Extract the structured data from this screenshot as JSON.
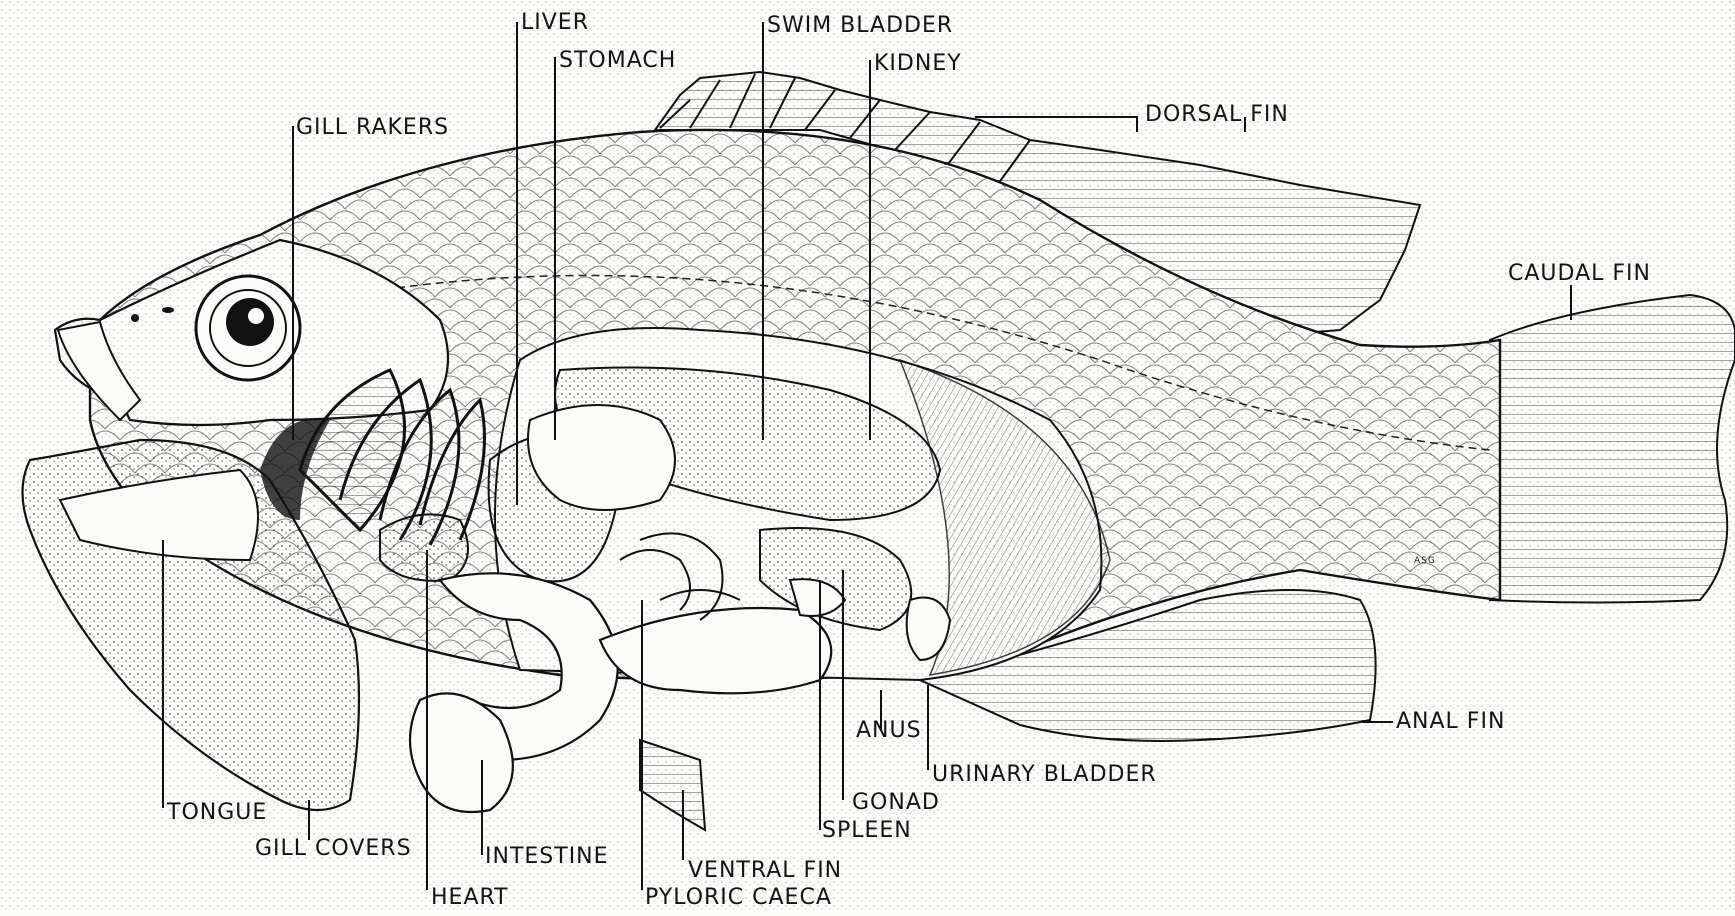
{
  "labels": {
    "liver": "LIVER",
    "swim_bladder": "SWIM BLADDER",
    "stomach": "STOMACH",
    "kidney": "KIDNEY",
    "gill_rakers": "GILL RAKERS",
    "dorsal_fin": "DORSAL FIN",
    "caudal_fin": "CAUDAL FIN",
    "anal_fin": "ANAL FIN",
    "anus": "ANUS",
    "urinary_bladder": "URINARY BLADDER",
    "gonad": "GONAD",
    "spleen": "SPLEEN",
    "ventral_fin": "VENTRAL FIN",
    "pyloric_caeca": "PYLORIC CAECA",
    "heart": "HEART",
    "intestine": "INTESTINE",
    "gill_covers": "GILL COVERS",
    "tongue": "TONGUE"
  },
  "signature": "ASG",
  "colors": {
    "ink": "#141414",
    "paper": "#fbfbf9"
  }
}
